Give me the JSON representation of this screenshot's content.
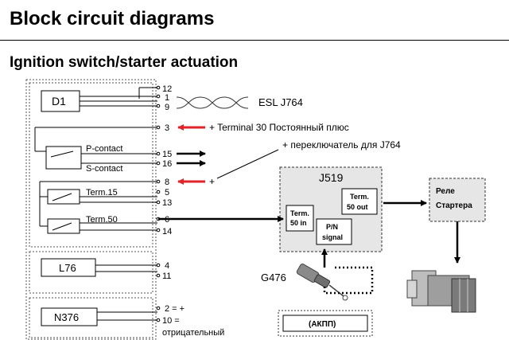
{
  "header": {
    "title": "Block circuit diagrams",
    "subtitle": "Ignition switch/starter actuation"
  },
  "diagram": {
    "blocks": {
      "d1": "D1",
      "l76": "L76",
      "n376": "N376",
      "j519": "J519",
      "term50in": [
        "Term.",
        "50 in"
      ],
      "term50out": [
        "Term.",
        "50 out"
      ],
      "pn_signal": [
        "P/N",
        "signal"
      ],
      "relay": [
        "Реле",
        "Стартера"
      ],
      "akpp": "(АКПП)"
    },
    "switches": {
      "p_contact": "P-contact",
      "s_contact": "S-contact",
      "term15": "Term.15",
      "term50": "Term.50"
    },
    "pins": [
      "12",
      "1",
      "9",
      "3",
      "15",
      "16",
      "8",
      "5",
      "13",
      "6",
      "14",
      "4",
      "11",
      "2 = +",
      "10 =",
      "отрицательный"
    ],
    "labels": {
      "esl": "ESL J764",
      "terminal30": "+ Terminal 30 Постоянный плюс",
      "switch_plus": "+ переключатель для J764",
      "plus": "+",
      "g476": "G476"
    },
    "colors": {
      "accent_arrow": "#e0242a",
      "block_fill": "#d9d9d9",
      "module_fill": "#e6e6e6"
    }
  }
}
